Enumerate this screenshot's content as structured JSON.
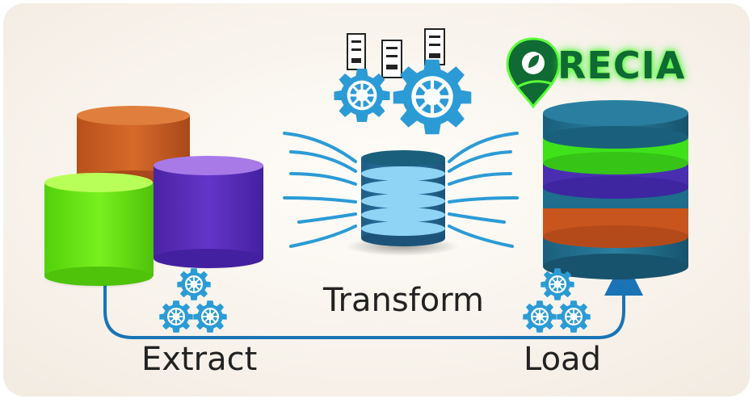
{
  "brand": {
    "name": "RECIA"
  },
  "stages": {
    "extract": "Extract",
    "transform": "Transform",
    "load": "Load"
  },
  "colors": {
    "background": "#fdf8f2",
    "flow_arrow": "#1a73b5",
    "gear": "#2b9bd6",
    "source_orange": "#c85a1e",
    "source_purple": "#5a2bb8",
    "source_green": "#62e40a",
    "target_teal": "#1e6d8c",
    "target_green": "#3fe21a",
    "target_purple": "#4a2eb0",
    "target_orange": "#c8541e",
    "brand_green": "#0f6a33",
    "brand_glow": "#5cff3a"
  },
  "icons": [
    "gear-icon",
    "server-icon",
    "location-pin-icon",
    "leaf-icon"
  ]
}
